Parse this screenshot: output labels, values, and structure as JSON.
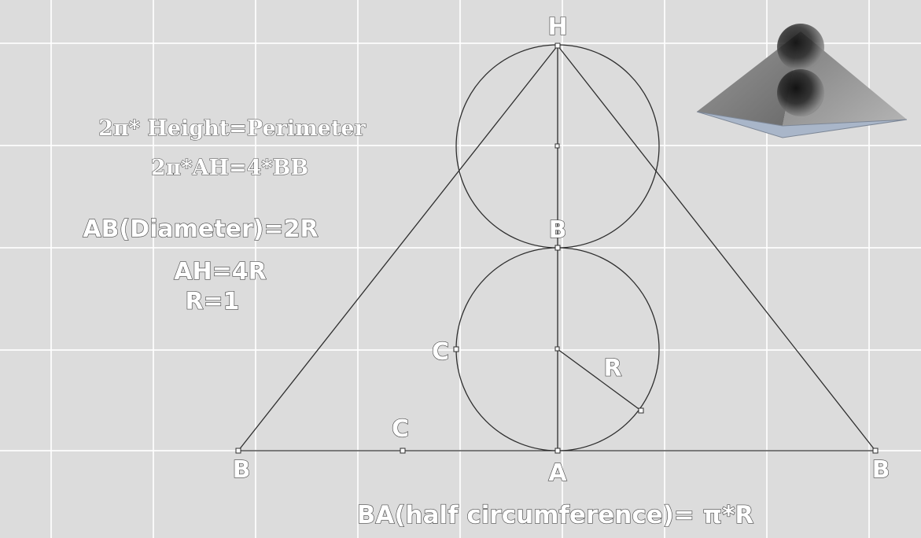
{
  "labels": {
    "H": "H",
    "B_top": "B",
    "C_circle": "C",
    "R": "R",
    "C_base": "C",
    "B_left": "B",
    "A": "A",
    "B_right": "B"
  },
  "formulas": {
    "line1": "2π* Height=Perimeter",
    "line2": "2π*AH=4*BB",
    "line3": "AB(Diameter)=2R",
    "line4": "AH=4R",
    "line5": "R=1",
    "bottom": "BA(half circumference)= π*R"
  },
  "icon": "pyramid-with-two-spheres-icon",
  "colors": {
    "background": "#dcdcdc",
    "grid": "#ffffff",
    "lines": "#2e2e2e"
  }
}
